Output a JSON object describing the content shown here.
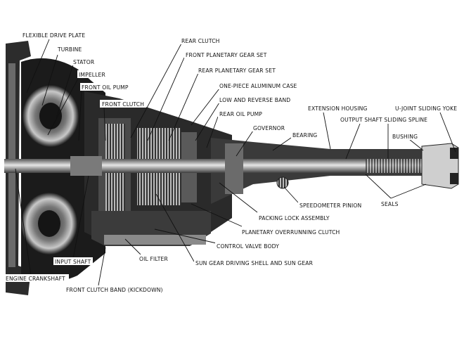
{
  "labels": {
    "flexible_drive_plate": "FLEXIBLE DRIVE PLATE",
    "turbine": "TURBINE",
    "stator": "STATOR",
    "impeller": "IMPELLER",
    "front_oil_pump": "FRONT OIL PUMP",
    "front_clutch": "FRONT CLUTCH",
    "rear_clutch": "REAR CLUTCH",
    "front_planetary_gear_set": "FRONT PLANETARY GEAR SET",
    "rear_planetary_gear_set": "REAR PLANETARY GEAR SET",
    "one_piece_aluminum_case": "ONE-PIECE ALUMINUM CASE",
    "low_and_reverse_band": "LOW AND REVERSE BAND",
    "rear_oil_pump": "REAR OIL PUMP",
    "governor": "GOVERNOR",
    "bearing": "BEARING",
    "extension_housing": "EXTENSION HOUSING",
    "output_shaft_sliding_spline": "OUTPUT SHAFT SLIDING SPLINE",
    "u_joint_sliding_yoke": "U-JOINT SLIDING YOKE",
    "bushing": "BUSHING",
    "speedometer_pinion": "SPEEDOMETER PINION",
    "seals": "SEALS",
    "packing_lock_assembly": "PACKING LOCK ASSEMBLY",
    "planetary_overrunning_clutch": "PLANETARY OVERRUNNING CLUTCH",
    "control_valve_body": "CONTROL VALVE BODY",
    "oil_filter": "OIL FILTER",
    "sun_gear_driving_shell": "SUN GEAR DRIVING SHELL AND SUN GEAR",
    "input_shaft": "INPUT SHAFT",
    "engine_crankshaft": "ENGINE CRANKSHAFT",
    "front_clutch_band": "FRONT CLUTCH BAND (KICKDOWN)"
  }
}
